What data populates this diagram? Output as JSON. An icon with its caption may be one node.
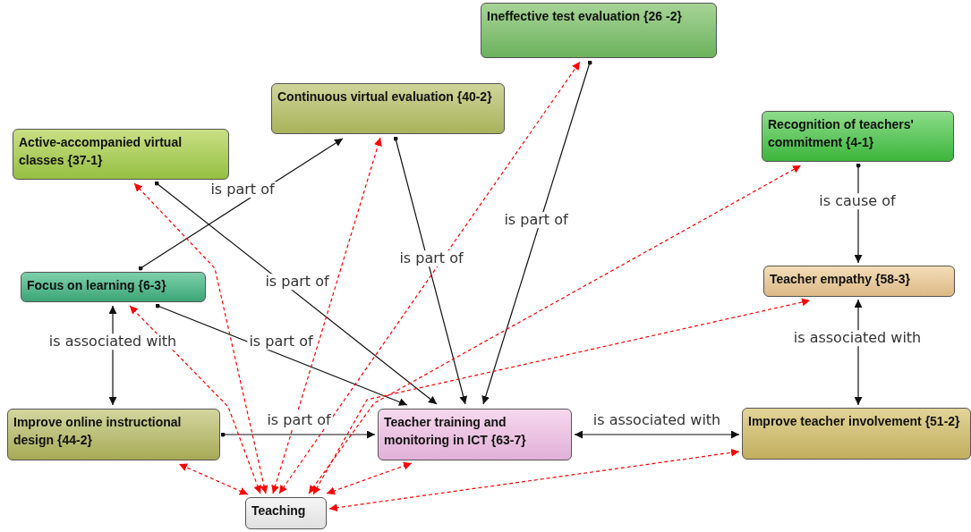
{
  "diagram": {
    "nodes": [
      {
        "text": [
          "Ineffective test evaluation {26 -2}"
        ]
      },
      {
        "text": [
          "Continuous virtual evaluation {40-2}"
        ]
      },
      {
        "text": [
          "Active-accompanied virtual classes {37-1}"
        ]
      },
      {
        "text": [
          "Recognition of teachers' commitment {4-1}"
        ]
      },
      {
        "text": [
          "Focus on learning {6-3}"
        ]
      },
      {
        "text": [
          "Teacher empathy {58-3}"
        ]
      },
      {
        "text": [
          "Improve online instructional design {44-2}"
        ]
      },
      {
        "text": [
          "Teacher training and monitoring in ICT {63-7}"
        ]
      },
      {
        "text": [
          "Improve teacher involvement {51-2}"
        ]
      },
      {
        "text": [
          "Teaching"
        ]
      }
    ],
    "edges": [
      {
        "from": 4,
        "to": 1,
        "arrow": "to",
        "label": "is part of"
      },
      {
        "from": 2,
        "to": 7,
        "arrow": "to",
        "label": "is part of"
      },
      {
        "from": 1,
        "to": 7,
        "arrow": "to",
        "label": "is part of"
      },
      {
        "from": 0,
        "to": 7,
        "arrow": "to",
        "label": "is part of"
      },
      {
        "from": 4,
        "to": 7,
        "arrow": "to",
        "label": "is part of"
      },
      {
        "from": 6,
        "to": 7,
        "arrow": "to",
        "label": "is part of"
      },
      {
        "from": 4,
        "to": 6,
        "arrow": "both",
        "label": "is associated with"
      },
      {
        "from": 7,
        "to": 8,
        "arrow": "both",
        "label": "is associated with"
      },
      {
        "from": 3,
        "to": 5,
        "arrow": "to",
        "label": "is cause of"
      },
      {
        "from": 5,
        "to": 8,
        "arrow": "both",
        "label": "is associated with"
      },
      {
        "from": 9,
        "to": 6,
        "arrow": "both",
        "style": "dashed",
        "color": "#ff0000"
      },
      {
        "from": 9,
        "to": 4,
        "arrow": "both",
        "style": "dashed",
        "color": "#ff0000"
      },
      {
        "from": 9,
        "to": 2,
        "arrow": "both",
        "style": "dashed",
        "color": "#ff0000"
      },
      {
        "from": 9,
        "to": 1,
        "arrow": "both",
        "style": "dashed",
        "color": "#ff0000"
      },
      {
        "from": 9,
        "to": 0,
        "arrow": "both",
        "style": "dashed",
        "color": "#ff0000"
      },
      {
        "from": 9,
        "to": 3,
        "arrow": "both",
        "style": "dashed",
        "color": "#ff0000"
      },
      {
        "from": 9,
        "to": 5,
        "arrow": "both",
        "style": "dashed",
        "color": "#ff0000"
      },
      {
        "from": 9,
        "to": 7,
        "arrow": "both",
        "style": "dashed",
        "color": "#ff0000"
      },
      {
        "from": 9,
        "to": 8,
        "arrow": "both",
        "style": "dashed",
        "color": "#ff0000"
      }
    ]
  }
}
